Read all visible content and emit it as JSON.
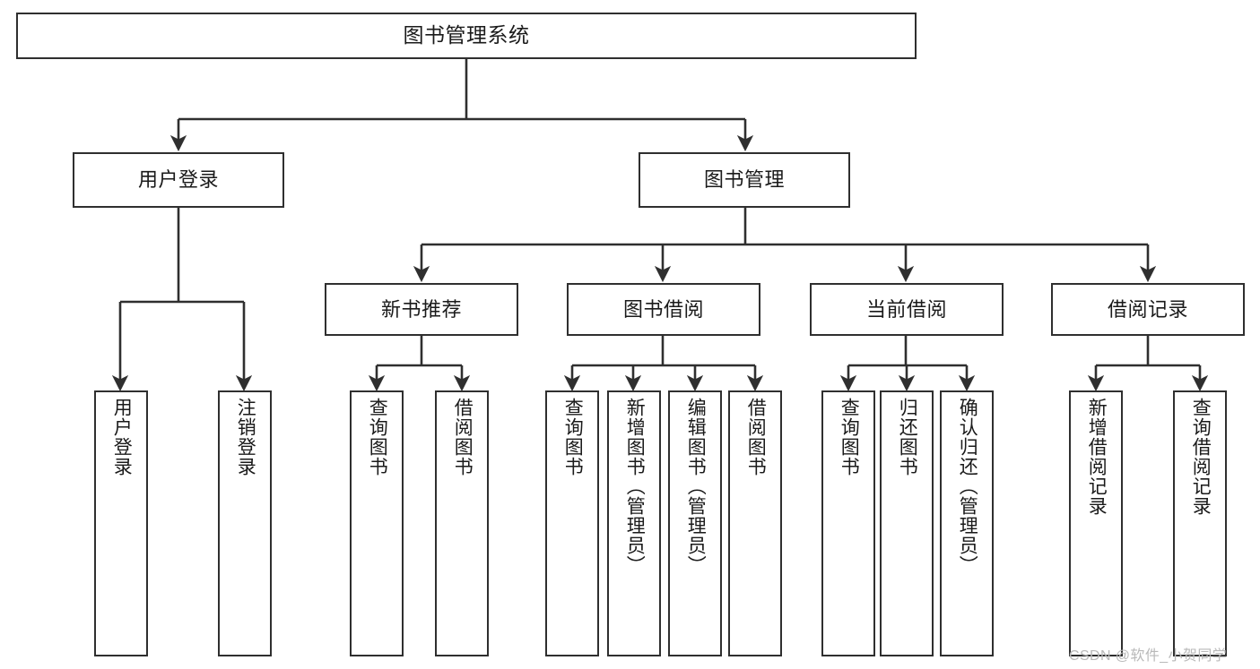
{
  "diagram": {
    "type": "tree-hierarchy",
    "root": {
      "id": "root",
      "label": "图书管理系统"
    },
    "level2": [
      {
        "id": "user-login",
        "label": "用户登录"
      },
      {
        "id": "book-management",
        "label": "图书管理"
      }
    ],
    "level3": [
      {
        "id": "new-book-recommend",
        "label": "新书推荐",
        "parent": "book-management"
      },
      {
        "id": "book-borrow",
        "label": "图书借阅",
        "parent": "book-management"
      },
      {
        "id": "current-borrow",
        "label": "当前借阅",
        "parent": "book-management"
      },
      {
        "id": "borrow-record",
        "label": "借阅记录",
        "parent": "book-management"
      }
    ],
    "leaves": [
      {
        "id": "leaf-user-login",
        "label": "用户登录",
        "parent": "user-login"
      },
      {
        "id": "leaf-logout-login",
        "label": "注销登录",
        "parent": "user-login"
      },
      {
        "id": "leaf-query-book-1",
        "label": "查询图书",
        "parent": "new-book-recommend"
      },
      {
        "id": "leaf-borrow-book-1",
        "label": "借阅图书",
        "parent": "new-book-recommend"
      },
      {
        "id": "leaf-query-book-2",
        "label": "查询图书",
        "parent": "book-borrow"
      },
      {
        "id": "leaf-add-book",
        "label": "新增图书（管理员）",
        "parent": "book-borrow"
      },
      {
        "id": "leaf-edit-book",
        "label": "编辑图书（管理员）",
        "parent": "book-borrow"
      },
      {
        "id": "leaf-borrow-book-2",
        "label": "借阅图书",
        "parent": "book-borrow"
      },
      {
        "id": "leaf-query-book-3",
        "label": "查询图书",
        "parent": "current-borrow"
      },
      {
        "id": "leaf-return-book",
        "label": "归还图书",
        "parent": "current-borrow"
      },
      {
        "id": "leaf-confirm-return",
        "label": "确认归还（管理员）",
        "parent": "current-borrow"
      },
      {
        "id": "leaf-add-record",
        "label": "新增借阅记录",
        "parent": "borrow-record"
      },
      {
        "id": "leaf-query-record",
        "label": "查询借阅记录",
        "parent": "borrow-record"
      }
    ]
  },
  "watermark": {
    "text": "CSDN @软件_小贺同学"
  },
  "colors": {
    "stroke": "#2f2f2f",
    "text": "#1a1a1a",
    "background": "#ffffff",
    "watermark": "#b9b9b9"
  }
}
